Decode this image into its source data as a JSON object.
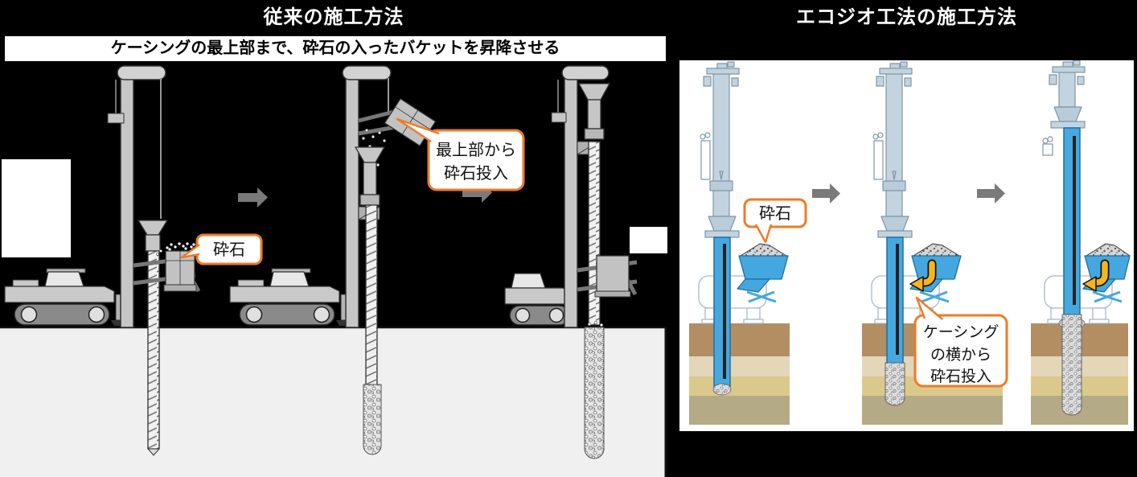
{
  "left_panel": {
    "title": "従来の施工方法",
    "banner": "ケーシングの最上部まで、砕石の入ったバケットを昇降させる",
    "callouts": {
      "gravel": "砕石",
      "top_feed_line1": "最上部から",
      "top_feed_line2": "砕石投入"
    }
  },
  "right_panel": {
    "title": "エコジオ工法の施工方法",
    "callouts": {
      "gravel": "砕石",
      "side_feed_line1": "ケーシング",
      "side_feed_line2": "の横から",
      "side_feed_line3": "砕石投入"
    }
  },
  "colors": {
    "accent_orange": "#ee7b28",
    "casing_blue": "#47a8e0",
    "hopper_blue": "#45a7e0",
    "feed_arrow_yellow": "#f6b51e",
    "step_arrow_gray": "#7a7a7a",
    "ground_gray": "#f0f0f0",
    "soil_layer_1": "#b28e62",
    "soil_layer_2": "#e3d6b9",
    "soil_layer_3": "#dbc98c",
    "soil_layer_4": "#b4ab86"
  }
}
